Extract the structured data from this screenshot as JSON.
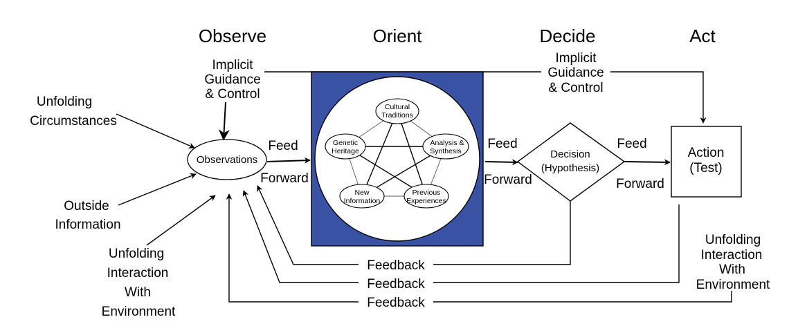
{
  "phases": {
    "observe": "Observe",
    "orient": "Orient",
    "decide": "Decide",
    "act": "Act"
  },
  "observe": {
    "implicit_guidance": [
      "Implicit",
      "Guidance",
      "& Control"
    ],
    "unfolding_circumstances": [
      "Unfolding",
      "Circumstances"
    ],
    "outside_information": [
      "Outside",
      "Information"
    ],
    "unfolding_interaction": [
      "Unfolding",
      "Interaction",
      "With",
      "Environment"
    ],
    "observations": "Observations"
  },
  "orient": {
    "cultural_traditions": [
      "Cultural",
      "Traditions"
    ],
    "genetic_heritage": [
      "Genetic",
      "Heritage"
    ],
    "analysis_synthesis": [
      "Analysis &",
      "Synthesis"
    ],
    "new_information": [
      "New",
      "Information"
    ],
    "previous_experiences": [
      "Previous",
      "Experiences"
    ],
    "box_color": "#3a52a4"
  },
  "decide": {
    "implicit_guidance": [
      "Implicit",
      "Guidance",
      "& Control"
    ],
    "decision": [
      "Decision",
      "(Hypothesis)"
    ]
  },
  "act": {
    "action": [
      "Action",
      "(Test)"
    ],
    "unfolding_interaction": [
      "Unfolding",
      "Interaction",
      "With",
      "Environment"
    ]
  },
  "feed_forward": {
    "feed": "Feed",
    "forward": "Forward"
  },
  "feedback": {
    "label": "Feedback"
  }
}
